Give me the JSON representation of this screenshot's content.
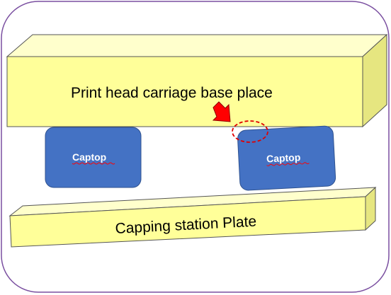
{
  "diagram": {
    "carriage_label": "Print head carriage base place",
    "captop_left_label": "Captop",
    "captop_right_label": "Captop",
    "plate_label": "Capping station Plate"
  },
  "colors": {
    "frame_border": "#7a4fa0",
    "yellow_face": "#ffff99",
    "yellow_top": "#ffffcc",
    "yellow_side": "#e6e680",
    "outline": "#555555",
    "captop_fill": "#4472c4",
    "captop_border": "#2f528f",
    "arrow_fill": "#ff0000",
    "arrow_border": "#8b0000",
    "dashed_circle": "#e00000",
    "spell_underline": "#ff0000"
  },
  "icons": {
    "pointer": "red-arrow-icon",
    "highlight": "dashed-circle-icon"
  }
}
